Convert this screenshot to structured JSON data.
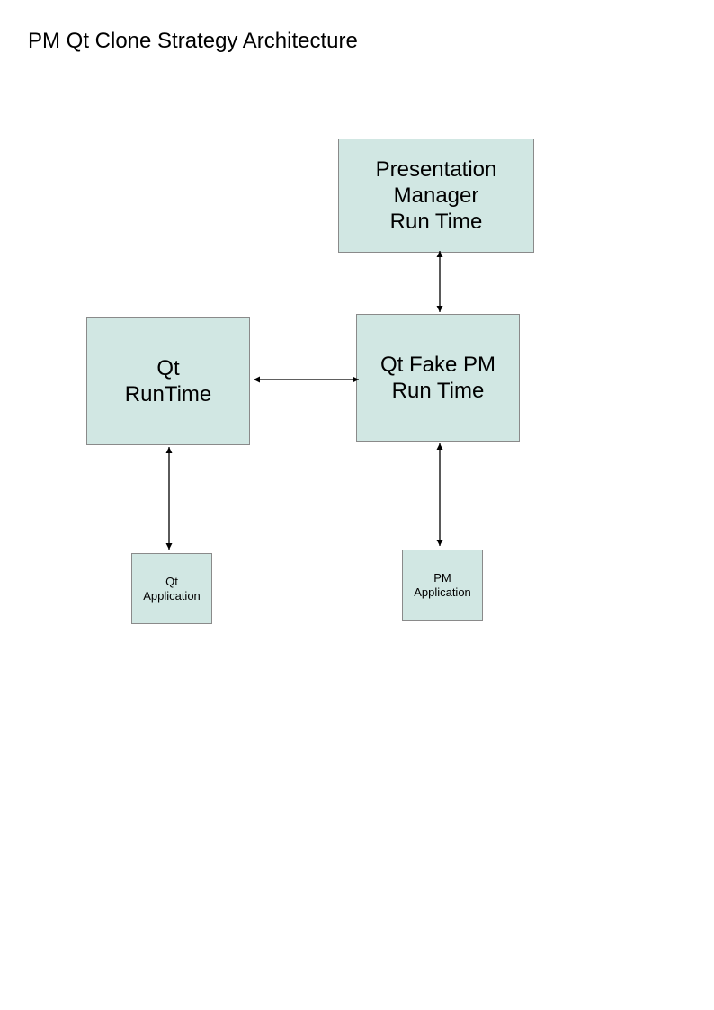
{
  "title": "PM Qt Clone Strategy Architecture",
  "colors": {
    "box_fill": "#d1e7e3",
    "box_border": "#8a8a8a",
    "arrow": "#000000"
  },
  "nodes": {
    "pm_runtime": {
      "lines": [
        "Presentation",
        "Manager",
        "Run Time"
      ]
    },
    "qt_runtime": {
      "lines": [
        "Qt",
        "RunTime"
      ]
    },
    "qt_fake_pm": {
      "lines": [
        "Qt Fake PM",
        "Run Time"
      ]
    },
    "qt_app": {
      "lines": [
        "Qt",
        "Application"
      ]
    },
    "pm_app": {
      "lines": [
        "PM",
        "Application"
      ]
    }
  },
  "connections": [
    {
      "from": "pm_runtime",
      "to": "qt_fake_pm",
      "type": "bidirectional"
    },
    {
      "from": "qt_runtime",
      "to": "qt_fake_pm",
      "type": "bidirectional"
    },
    {
      "from": "qt_runtime",
      "to": "qt_app",
      "type": "bidirectional"
    },
    {
      "from": "qt_fake_pm",
      "to": "pm_app",
      "type": "bidirectional"
    }
  ]
}
